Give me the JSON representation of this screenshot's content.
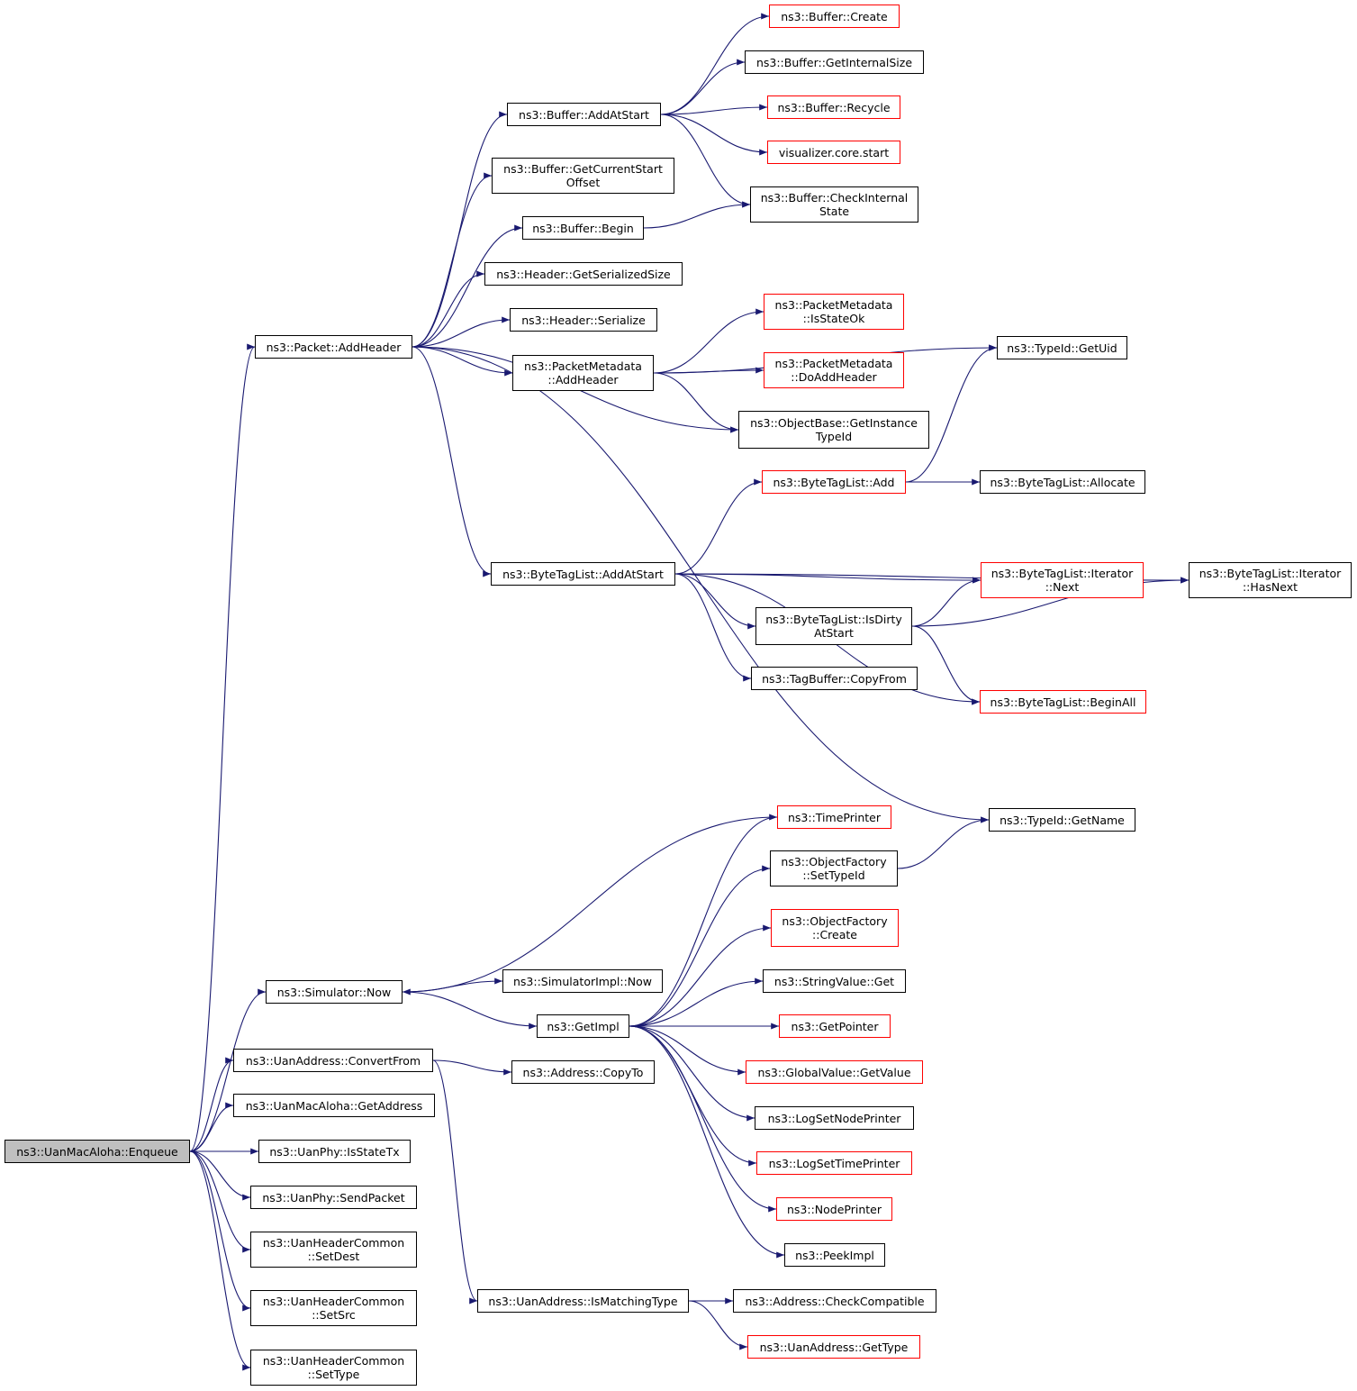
{
  "colors": {
    "edge": "#191970",
    "border_default": "#000000",
    "border_undocumented": "#ff0000",
    "root_fill": "#bfbfbf"
  },
  "nodes": [
    {
      "id": "enqueue",
      "lines": [
        "ns3::UanMacAloha::Enqueue"
      ],
      "style": "root"
    },
    {
      "id": "addheader",
      "lines": [
        "ns3::Packet::AddHeader"
      ],
      "style": "black"
    },
    {
      "id": "simnow",
      "lines": [
        "ns3::Simulator::Now"
      ],
      "style": "black"
    },
    {
      "id": "convertfrom",
      "lines": [
        "ns3::UanAddress::ConvertFrom"
      ],
      "style": "black"
    },
    {
      "id": "getaddress",
      "lines": [
        "ns3::UanMacAloha::GetAddress"
      ],
      "style": "black"
    },
    {
      "id": "isstatetx",
      "lines": [
        "ns3::UanPhy::IsStateTx"
      ],
      "style": "black"
    },
    {
      "id": "sendpacket",
      "lines": [
        "ns3::UanPhy::SendPacket"
      ],
      "style": "black"
    },
    {
      "id": "setdest",
      "lines": [
        "ns3::UanHeaderCommon",
        "::SetDest"
      ],
      "style": "black"
    },
    {
      "id": "setsrc",
      "lines": [
        "ns3::UanHeaderCommon",
        "::SetSrc"
      ],
      "style": "black"
    },
    {
      "id": "settype",
      "lines": [
        "ns3::UanHeaderCommon",
        "::SetType"
      ],
      "style": "black"
    },
    {
      "id": "addatstart",
      "lines": [
        "ns3::Buffer::AddAtStart"
      ],
      "style": "black"
    },
    {
      "id": "getcurrentstart",
      "lines": [
        "ns3::Buffer::GetCurrentStart",
        "Offset"
      ],
      "style": "black"
    },
    {
      "id": "bufbegin",
      "lines": [
        "ns3::Buffer::Begin"
      ],
      "style": "black"
    },
    {
      "id": "getserializedsize",
      "lines": [
        "ns3::Header::GetSerializedSize"
      ],
      "style": "black"
    },
    {
      "id": "serialize",
      "lines": [
        "ns3::Header::Serialize"
      ],
      "style": "black"
    },
    {
      "id": "pmaddheader",
      "lines": [
        "ns3::PacketMetadata",
        "::AddHeader"
      ],
      "style": "black"
    },
    {
      "id": "btladdatstart",
      "lines": [
        "ns3::ByteTagList::AddAtStart"
      ],
      "style": "black"
    },
    {
      "id": "bufcreate",
      "lines": [
        "ns3::Buffer::Create"
      ],
      "style": "red"
    },
    {
      "id": "getinternalsize",
      "lines": [
        "ns3::Buffer::GetInternalSize"
      ],
      "style": "black"
    },
    {
      "id": "recycle",
      "lines": [
        "ns3::Buffer::Recycle"
      ],
      "style": "red"
    },
    {
      "id": "vizstart",
      "lines": [
        "visualizer.core.start"
      ],
      "style": "red"
    },
    {
      "id": "checkinternal",
      "lines": [
        "ns3::Buffer::CheckInternal",
        "State"
      ],
      "style": "black"
    },
    {
      "id": "isstateok",
      "lines": [
        "ns3::PacketMetadata",
        "::IsStateOk"
      ],
      "style": "red"
    },
    {
      "id": "doaddheader",
      "lines": [
        "ns3::PacketMetadata",
        "::DoAddHeader"
      ],
      "style": "red"
    },
    {
      "id": "getinstancetypeid",
      "lines": [
        "ns3::ObjectBase::GetInstance",
        "TypeId"
      ],
      "style": "black"
    },
    {
      "id": "getuid",
      "lines": [
        "ns3::TypeId::GetUid"
      ],
      "style": "black"
    },
    {
      "id": "btladd",
      "lines": [
        "ns3::ByteTagList::Add"
      ],
      "style": "red"
    },
    {
      "id": "allocate",
      "lines": [
        "ns3::ByteTagList::Allocate"
      ],
      "style": "black"
    },
    {
      "id": "iternext",
      "lines": [
        "ns3::ByteTagList::Iterator",
        "::Next"
      ],
      "style": "red"
    },
    {
      "id": "iterhasnext",
      "lines": [
        "ns3::ByteTagList::Iterator",
        "::HasNext"
      ],
      "style": "black"
    },
    {
      "id": "isdirty",
      "lines": [
        "ns3::ByteTagList::IsDirty",
        "AtStart"
      ],
      "style": "black"
    },
    {
      "id": "copyfrom",
      "lines": [
        "ns3::TagBuffer::CopyFrom"
      ],
      "style": "black"
    },
    {
      "id": "beginall",
      "lines": [
        "ns3::ByteTagList::BeginAll"
      ],
      "style": "red"
    },
    {
      "id": "getname",
      "lines": [
        "ns3::TypeId::GetName"
      ],
      "style": "black"
    },
    {
      "id": "timeprinter",
      "lines": [
        "ns3::TimePrinter"
      ],
      "style": "red"
    },
    {
      "id": "settypeid",
      "lines": [
        "ns3::ObjectFactory",
        "::SetTypeId"
      ],
      "style": "black"
    },
    {
      "id": "ofcreate",
      "lines": [
        "ns3::ObjectFactory",
        "::Create"
      ],
      "style": "red"
    },
    {
      "id": "stringget",
      "lines": [
        "ns3::StringValue::Get"
      ],
      "style": "black"
    },
    {
      "id": "getpointer",
      "lines": [
        "ns3::GetPointer"
      ],
      "style": "red"
    },
    {
      "id": "globalgetvalue",
      "lines": [
        "ns3::GlobalValue::GetValue"
      ],
      "style": "red"
    },
    {
      "id": "lognodeprinter",
      "lines": [
        "ns3::LogSetNodePrinter"
      ],
      "style": "black"
    },
    {
      "id": "logtimeprinter",
      "lines": [
        "ns3::LogSetTimePrinter"
      ],
      "style": "red"
    },
    {
      "id": "nodeprinter",
      "lines": [
        "ns3::NodePrinter"
      ],
      "style": "red"
    },
    {
      "id": "peekimpl",
      "lines": [
        "ns3::PeekImpl"
      ],
      "style": "black"
    },
    {
      "id": "simimplnow",
      "lines": [
        "ns3::SimulatorImpl::Now"
      ],
      "style": "black"
    },
    {
      "id": "getimpl",
      "lines": [
        "ns3::GetImpl"
      ],
      "style": "black"
    },
    {
      "id": "copyto",
      "lines": [
        "ns3::Address::CopyTo"
      ],
      "style": "black"
    },
    {
      "id": "ismatchingtype",
      "lines": [
        "ns3::UanAddress::IsMatchingType"
      ],
      "style": "black"
    },
    {
      "id": "checkcompatible",
      "lines": [
        "ns3::Address::CheckCompatible"
      ],
      "style": "black"
    },
    {
      "id": "uangettype",
      "lines": [
        "ns3::UanAddress::GetType"
      ],
      "style": "red"
    }
  ],
  "edges": [
    [
      "enqueue",
      "addheader"
    ],
    [
      "enqueue",
      "simnow"
    ],
    [
      "enqueue",
      "convertfrom"
    ],
    [
      "enqueue",
      "getaddress"
    ],
    [
      "enqueue",
      "isstatetx"
    ],
    [
      "enqueue",
      "sendpacket"
    ],
    [
      "enqueue",
      "setdest"
    ],
    [
      "enqueue",
      "setsrc"
    ],
    [
      "enqueue",
      "settype"
    ],
    [
      "addheader",
      "addatstart"
    ],
    [
      "addheader",
      "getcurrentstart"
    ],
    [
      "addheader",
      "bufbegin"
    ],
    [
      "addheader",
      "getserializedsize"
    ],
    [
      "addheader",
      "serialize"
    ],
    [
      "addheader",
      "pmaddheader"
    ],
    [
      "addheader",
      "getinstancetypeid"
    ],
    [
      "addheader",
      "btladdatstart"
    ],
    [
      "addheader",
      "getname"
    ],
    [
      "addatstart",
      "bufcreate"
    ],
    [
      "addatstart",
      "getinternalsize"
    ],
    [
      "addatstart",
      "recycle"
    ],
    [
      "addatstart",
      "vizstart"
    ],
    [
      "addatstart",
      "checkinternal"
    ],
    [
      "bufbegin",
      "checkinternal"
    ],
    [
      "pmaddheader",
      "isstateok"
    ],
    [
      "pmaddheader",
      "doaddheader"
    ],
    [
      "pmaddheader",
      "getinstancetypeid"
    ],
    [
      "pmaddheader",
      "getuid"
    ],
    [
      "btladdatstart",
      "btladd"
    ],
    [
      "btladdatstart",
      "iternext"
    ],
    [
      "btladdatstart",
      "iterhasnext"
    ],
    [
      "btladdatstart",
      "isdirty"
    ],
    [
      "btladdatstart",
      "copyfrom"
    ],
    [
      "btladdatstart",
      "beginall"
    ],
    [
      "btladd",
      "allocate"
    ],
    [
      "btladd",
      "getuid"
    ],
    [
      "iternext",
      "iterhasnext"
    ],
    [
      "isdirty",
      "iternext"
    ],
    [
      "isdirty",
      "iterhasnext"
    ],
    [
      "isdirty",
      "beginall"
    ],
    [
      "timeprinter",
      "simnow"
    ],
    [
      "settypeid",
      "getname"
    ],
    [
      "simnow",
      "simimplnow"
    ],
    [
      "simnow",
      "getimpl"
    ],
    [
      "getimpl",
      "timeprinter"
    ],
    [
      "getimpl",
      "settypeid"
    ],
    [
      "getimpl",
      "ofcreate"
    ],
    [
      "getimpl",
      "stringget"
    ],
    [
      "getimpl",
      "getpointer"
    ],
    [
      "getimpl",
      "globalgetvalue"
    ],
    [
      "getimpl",
      "lognodeprinter"
    ],
    [
      "getimpl",
      "logtimeprinter"
    ],
    [
      "getimpl",
      "nodeprinter"
    ],
    [
      "getimpl",
      "peekimpl"
    ],
    [
      "convertfrom",
      "copyto"
    ],
    [
      "convertfrom",
      "ismatchingtype"
    ],
    [
      "ismatchingtype",
      "checkcompatible"
    ],
    [
      "ismatchingtype",
      "uangettype"
    ]
  ]
}
